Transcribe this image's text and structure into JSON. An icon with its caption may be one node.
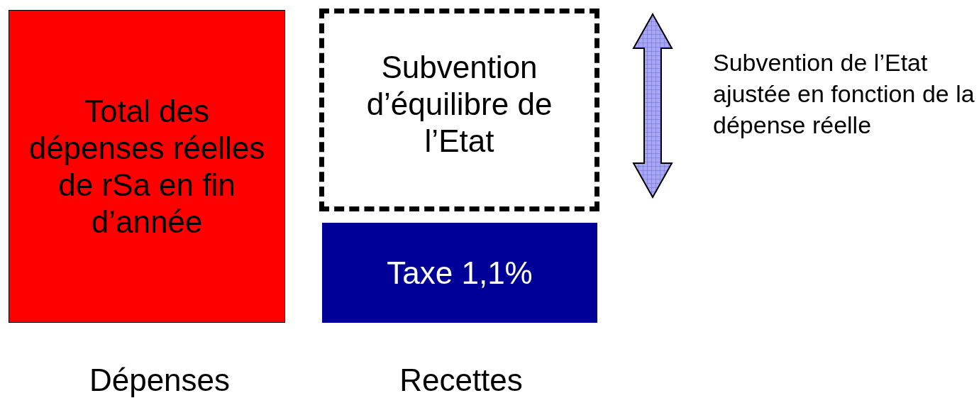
{
  "diagram": {
    "nodes": [
      {
        "text": [
          "Total des dépenses réelles de rSa en fin d’année"
        ]
      },
      {
        "text": [
          "Subvention d’équilibre de l’Etat"
        ]
      },
      {
        "text": [
          "Taxe 1,1%"
        ]
      }
    ],
    "edges": [],
    "labels": [
      "Subvention de l’Etat ajustée en fonction de la dépense réelle",
      "Dépenses",
      "Recettes"
    ]
  }
}
